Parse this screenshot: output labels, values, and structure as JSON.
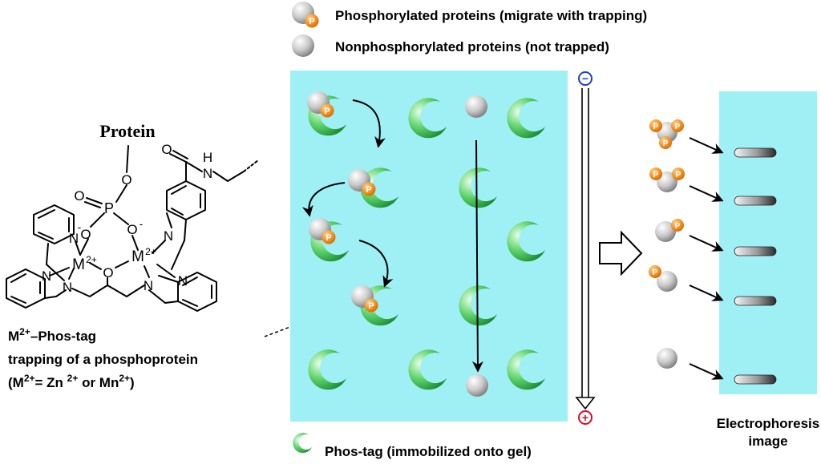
{
  "legend": {
    "phospho_label": "Phosphorylated proteins (migrate with trapping)",
    "nonphospho_label": "Nonphosphorylated proteins (not trapped)",
    "phostag_label": "Phos-tag (immobilized onto gel)",
    "phosphate_symbol": "P"
  },
  "structure": {
    "protein_label": "Protein",
    "phosphorus": "P",
    "oxygen": "O",
    "o_minus": "O",
    "minus": "-",
    "nitrogen": "N",
    "hydrogen": "H",
    "metal": "M",
    "metal_charge": "2+"
  },
  "caption": {
    "line1_prefix": "M",
    "line1_sup": "2+",
    "line1_suffix": "–Phos-tag",
    "line2": "trapping of a phosphoprotein",
    "line3_open": "(M",
    "line3_sup1": "2+",
    "line3_mid": "= Zn ",
    "line3_sup2": "2+",
    "line3_or": " or Mn",
    "line3_sup3": "2+",
    "line3_close": ")"
  },
  "electrodes": {
    "negative": "−",
    "positive": "+"
  },
  "result": {
    "label_line1": "Electrophoresis",
    "label_line2": "image"
  },
  "colors": {
    "gel": "#9ff0f5",
    "phostag_green": "#1fa33a",
    "phosphate_orange": "#f28c1a",
    "negative_blue": "#1f3fbf",
    "positive_red": "#d0102a"
  }
}
